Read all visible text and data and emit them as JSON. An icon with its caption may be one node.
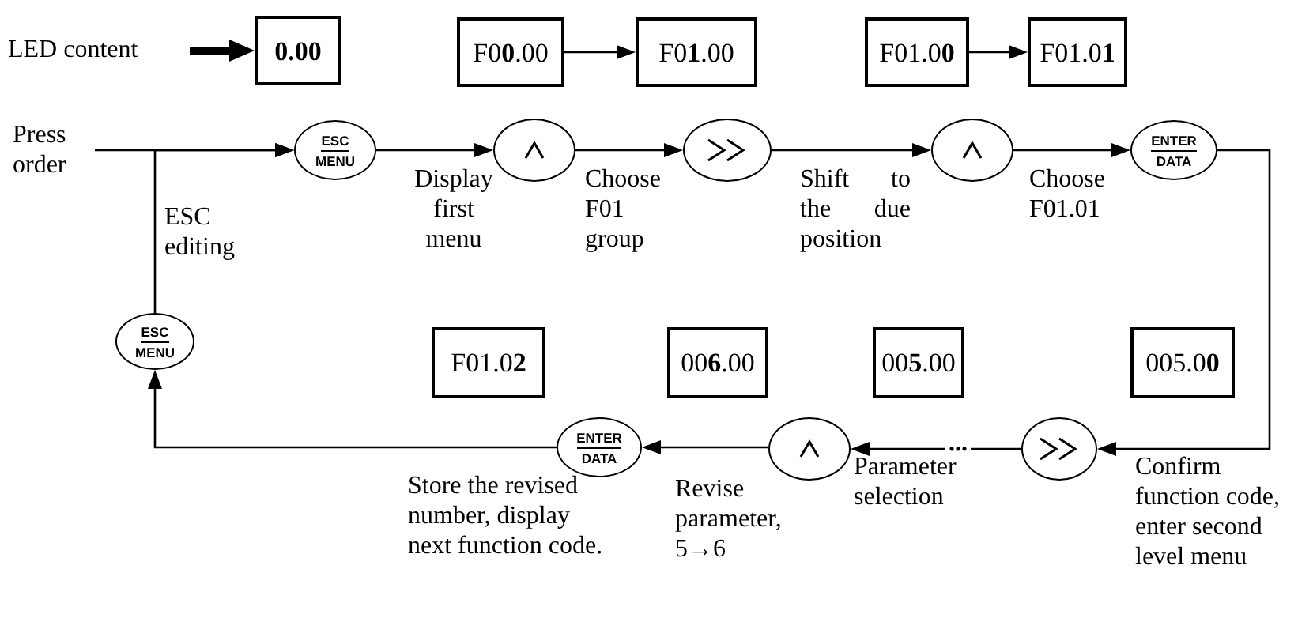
{
  "diagram": {
    "nodes": [
      {
        "text": [
          "LED content"
        ]
      },
      {
        "text": [
          "0.00"
        ]
      },
      {
        "text": [
          "F0**0**.00"
        ]
      },
      {
        "text": [
          "F0**1**.00"
        ]
      },
      {
        "text": [
          "F01.0**0**"
        ]
      },
      {
        "text": [
          "F01.0**1**"
        ]
      },
      {
        "text": [
          "Press order"
        ]
      },
      {
        "text": [
          "ESC",
          "MENU"
        ]
      },
      {
        "text": [],
        "shape": "circle"
      },
      {
        "text": [],
        "shape": "circle"
      },
      {
        "text": [],
        "shape": "circle"
      },
      {
        "text": [
          "ENTER",
          "DATA"
        ]
      },
      {
        "text": [],
        "shape": "circle"
      },
      {
        "text": [],
        "shape": "circle"
      },
      {
        "text": [
          "ENTER",
          "DATA"
        ]
      },
      {
        "text": [
          "ESC",
          "MENU"
        ]
      },
      {
        "text": [
          "F01.0**2**"
        ]
      },
      {
        "text": [
          "00**6**.00"
        ]
      },
      {
        "text": [
          "00**5**.00"
        ]
      },
      {
        "text": [
          "005.0**0**"
        ]
      }
    ],
    "edges": [
      {
        "from": 0,
        "to": 1,
        "arrow": "to",
        "style": "thick"
      },
      {
        "from": 2,
        "to": 3,
        "arrow": "to"
      },
      {
        "from": 4,
        "to": 5,
        "arrow": "to"
      },
      {
        "from": 6,
        "to": 7,
        "arrow": "to"
      },
      {
        "from": 15,
        "to": 7,
        "arrow": "to"
      },
      {
        "from": 7,
        "to": 8,
        "arrow": "to"
      },
      {
        "from": 8,
        "to": 9,
        "arrow": "to"
      },
      {
        "from": 9,
        "to": 10,
        "arrow": "to"
      },
      {
        "from": 10,
        "to": 11,
        "arrow": "to"
      },
      {
        "from": 11,
        "to": 12,
        "arrow": "to"
      },
      {
        "from": 12,
        "to": 13,
        "arrow": "to",
        "label": "..."
      },
      {
        "from": 13,
        "to": 14,
        "arrow": "to"
      },
      {
        "from": 14,
        "to": 15,
        "arrow": "to"
      }
    ],
    "labels": [
      "ESC editing",
      "Display first menu",
      "Choose F01 group",
      "Shift to the due position",
      "Choose F01.01",
      "Store the revised number, display next function code.",
      "Revise parameter, 5→6",
      "Parameter selection",
      "Confirm function code, enter second level menu"
    ]
  }
}
